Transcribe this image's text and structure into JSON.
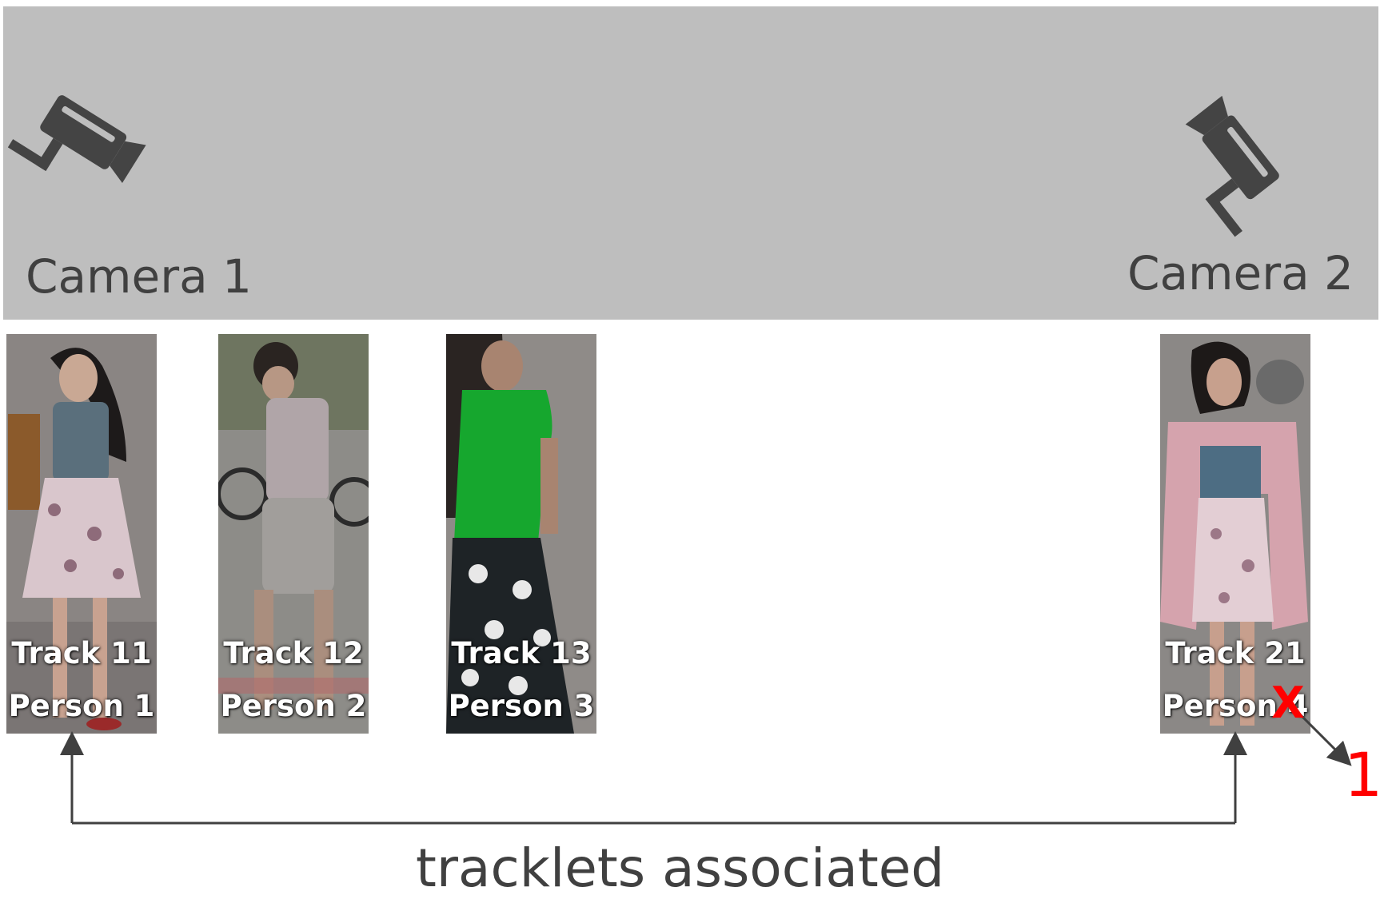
{
  "cameras": [
    {
      "label": "Camera 1",
      "icon": "security-camera-icon"
    },
    {
      "label": "Camera 2",
      "icon": "security-camera-icon"
    }
  ],
  "tracks": [
    {
      "track": "Track 11",
      "person": "Person 1"
    },
    {
      "track": "Track 12",
      "person": "Person 2"
    },
    {
      "track": "Track 13",
      "person": "Person 3"
    },
    {
      "track": "Track 21",
      "person": "Person 4"
    }
  ],
  "correction": {
    "cross": "X",
    "new_id": "1"
  },
  "association_label": "tracklets associated",
  "colors": {
    "banner": "#bebebe",
    "text": "#404040",
    "correction": "#ff0000"
  }
}
